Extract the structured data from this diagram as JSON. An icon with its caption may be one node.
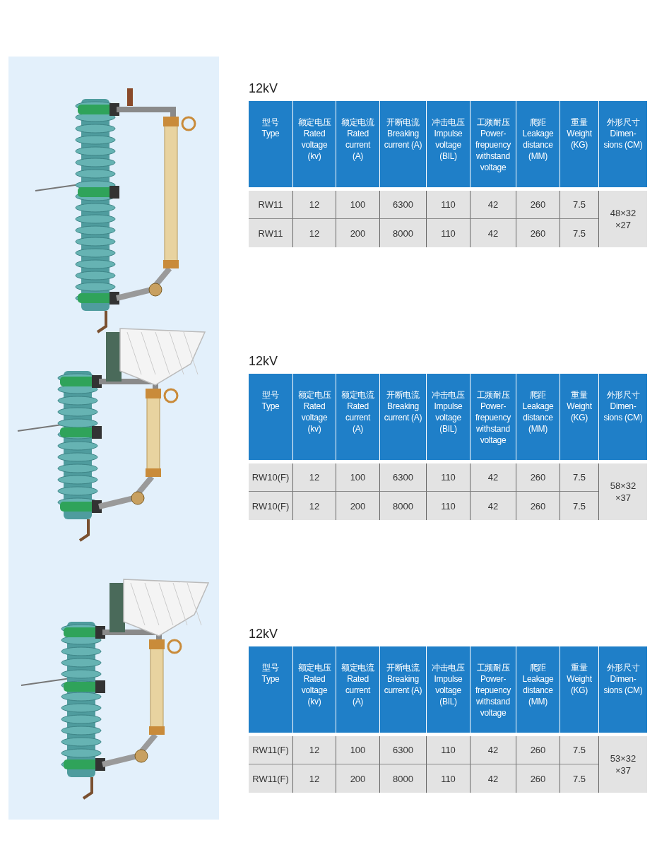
{
  "diagram": {
    "labels": [
      "12kV",
      "型号 Type",
      "额定电压 Rated voltage (kv)",
      "额定电流 Rated current (A)",
      "开断电流 Breaking current (A)",
      "冲击电压 Impulse voltage (BIL)",
      "工频耐压 Power-frepuency withstand voltage",
      "爬距 Leakage distance (MM)",
      "重量 Weight (KG)",
      "外形尺寸 Dimen-sions (CM)",
      "RW11",
      "12",
      "100",
      "6300",
      "110",
      "42",
      "260",
      "7.5",
      "48×32 ×27",
      "RW11",
      "12",
      "200",
      "8000",
      "110",
      "42",
      "260",
      "7.5",
      "12kV",
      "型号 Type",
      "额定电压 Rated voltage (kv)",
      "额定电流 Rated current (A)",
      "开断电流 Breaking current (A)",
      "冲击电压 Impulse voltage (BIL)",
      "工频耐压 Power-frepuency withstand voltage",
      "爬距 Leakage distance (MM)",
      "重量 Weight (KG)",
      "外形尺寸 Dimen-sions (CM)",
      "RW10(F)",
      "12",
      "100",
      "6300",
      "110",
      "42",
      "260",
      "7.5",
      "58×32 ×37",
      "RW10(F)",
      "12",
      "200",
      "8000",
      "110",
      "42",
      "260",
      "7.5",
      "12kV",
      "型号 Type",
      "额定电压 Rated voltage (kv)",
      "额定电流 Rated current (A)",
      "开断电流 Breaking current (A)",
      "冲击电压 Impulse voltage (BIL)",
      "工频耐压 Power-frepuency withstand voltage",
      "爬距 Leakage distance (MM)",
      "重量 Weight (KG)",
      "外形尺寸 Dimen-sions (CM)",
      "RW11(F)",
      "12",
      "100",
      "6300",
      "110",
      "42",
      "260",
      "7.5",
      "53×32 ×37",
      "RW11(F)",
      "12",
      "200",
      "8000",
      "110",
      "42",
      "260",
      "7.5"
    ]
  }
}
